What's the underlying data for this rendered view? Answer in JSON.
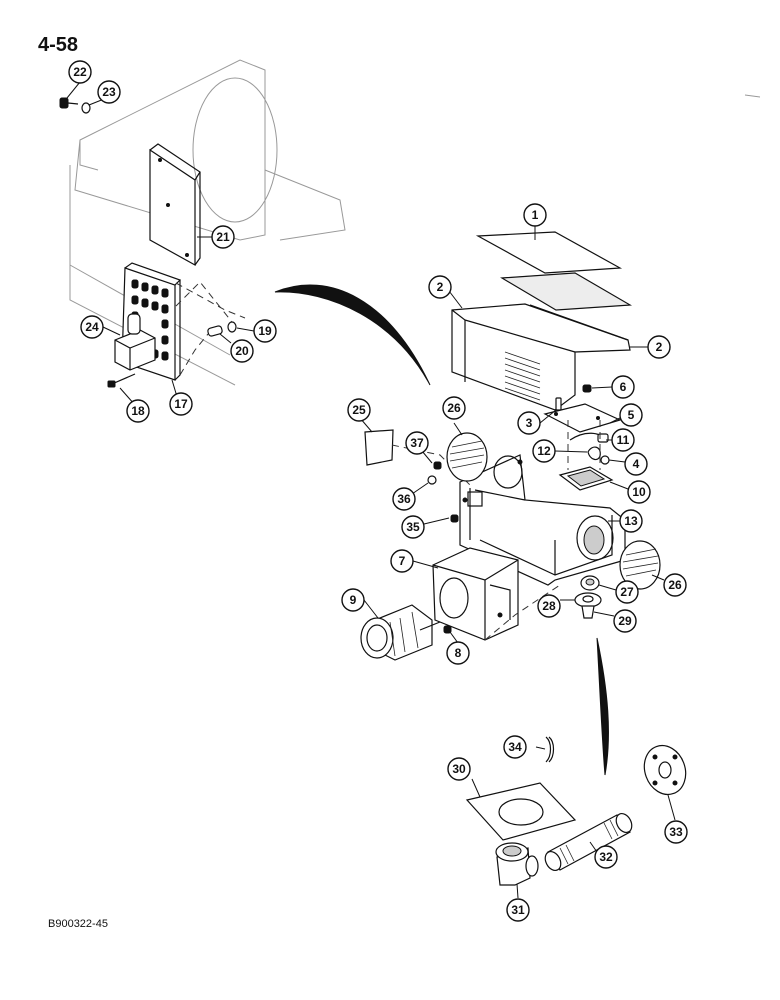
{
  "page": {
    "number": "4-58",
    "figure_code": "B900322-45"
  },
  "callouts": {
    "c1": "1",
    "c2a": "2",
    "c2b": "2",
    "c3": "3",
    "c4": "4",
    "c5": "5",
    "c6": "6",
    "c7": "7",
    "c8": "8",
    "c9": "9",
    "c10": "10",
    "c11": "11",
    "c12": "12",
    "c13": "13",
    "c17": "17",
    "c18": "18",
    "c19": "19",
    "c20": "20",
    "c21": "21",
    "c22": "22",
    "c23": "23",
    "c24": "24",
    "c25": "25",
    "c26a": "26",
    "c26b": "26",
    "c27": "27",
    "c28": "28",
    "c29": "29",
    "c30": "30",
    "c31": "31",
    "c32": "32",
    "c33": "33",
    "c34": "34",
    "c35": "35",
    "c36": "36",
    "c37": "37"
  }
}
